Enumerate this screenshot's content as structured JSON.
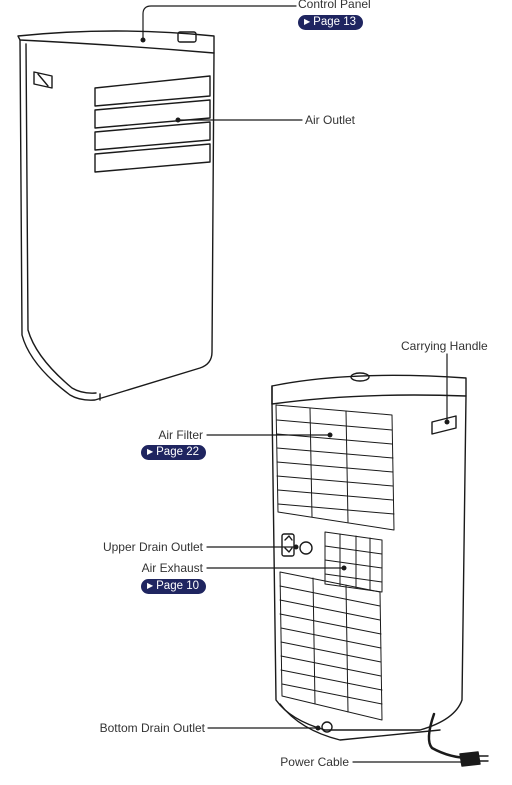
{
  "labels": {
    "control_panel": "Control Panel",
    "control_panel_page": "Page 13",
    "air_outlet": "Air Outlet",
    "carrying_handle": "Carrying Handle",
    "air_filter": "Air Filter",
    "air_filter_page": "Page 22",
    "upper_drain_outlet": "Upper Drain Outlet",
    "air_exhaust": "Air Exhaust",
    "air_exhaust_page": "Page 10",
    "bottom_drain_outlet": "Bottom Drain Outlet",
    "power_cable": "Power Cable"
  },
  "colors": {
    "line": "#1a1a1a",
    "badge": "#1f2560"
  },
  "icons": {
    "badge_arrow": "play-triangle-icon"
  }
}
